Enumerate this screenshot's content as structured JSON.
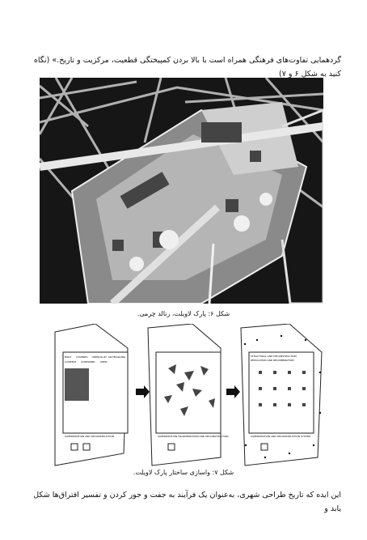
{
  "body": {
    "paragraph_1": "گردهمایی تفاوت‌های فرهنگی همراه است با بالا بردن کمپیختگی قطعیت، مرکزیت و تاریخ.» (نگاه کنید به شکل ۶ و ۷)",
    "figure_6_caption": "شکل ۶: پارک لاویلت، رنالد چرمی.",
    "figure_7_caption": "شکل ۷: واسازی ساختار پارک لاویلت.",
    "paragraph_2": "این ایده که تاریخ طراحی شهری، به‌عنوان یک فرآیند به جفت و جور کردن و تفسیر افتراق‌ها شکل یابد و"
  },
  "figure_7": {
    "panel_1": {
      "legend": [
        "BUILT",
        "COVERED",
        "OPEN/ALLEY",
        "SKY/BUILDING",
        "CONTENT",
        "CONTAINER",
        "OPEN"
      ],
      "footer": "SUPERPOSITION AND DECONSTRUCTION"
    },
    "panel_2": {
      "footer": "SUPERPOSITION FRAGMENTATION AND DECONSTRUCTION"
    },
    "panel_3": {
      "header": [
        "STRUCTURAL AND DECONSTRUCTION",
        "REPLICATION AND RECOMBINATION"
      ],
      "footer": "SUPERPOSITION AND DECONSTRUCTION SYSTEM"
    }
  }
}
